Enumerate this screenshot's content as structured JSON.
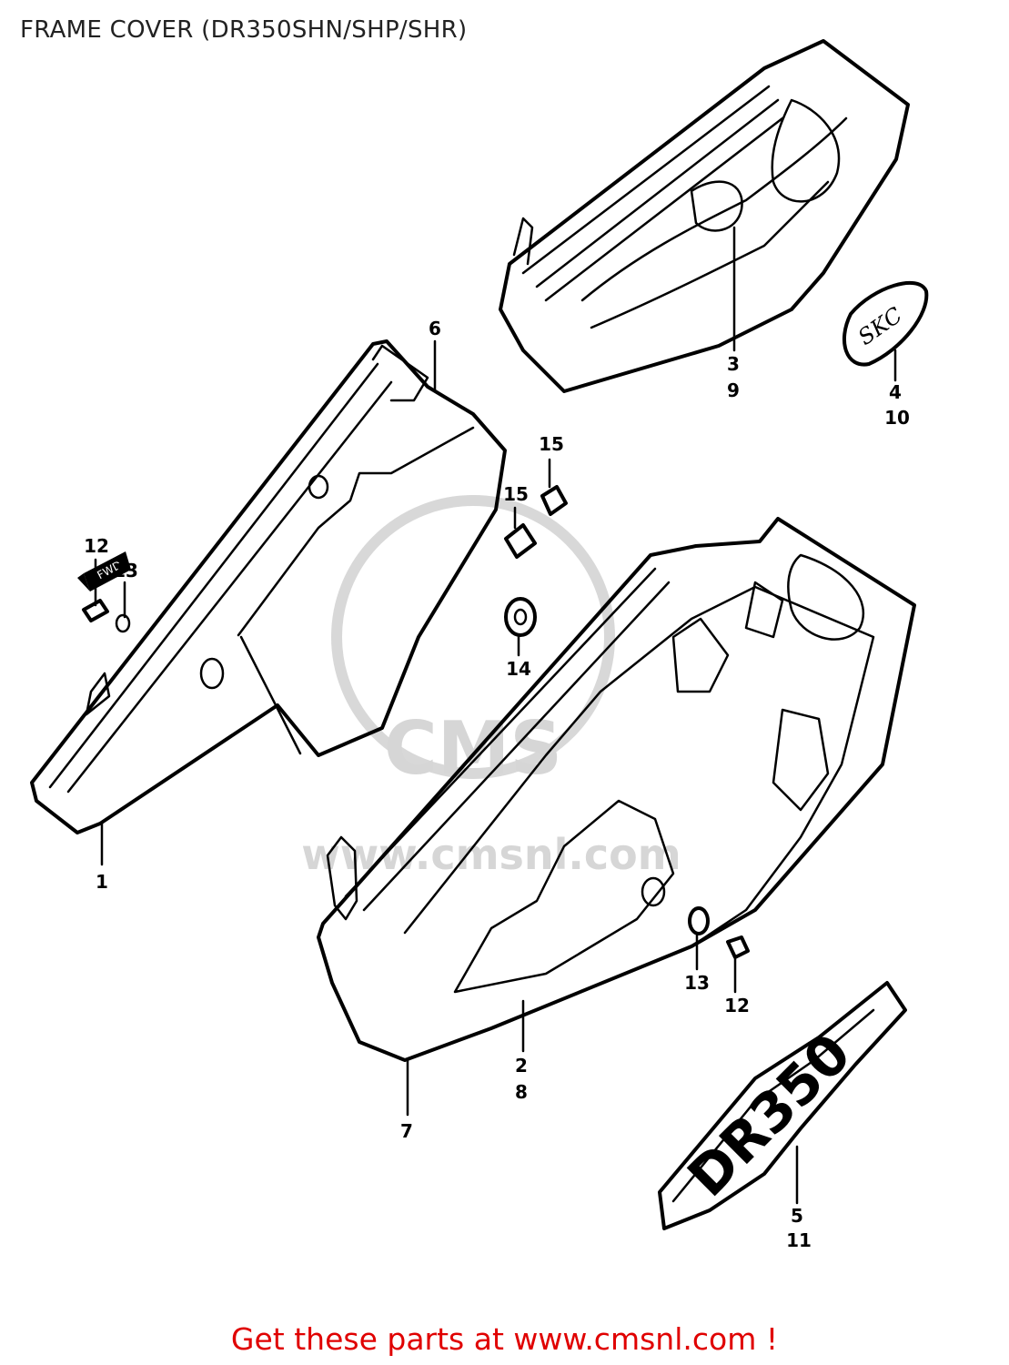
{
  "header": {
    "title": "FRAME COVER (DR350SHN/SHP/SHR)"
  },
  "footer": {
    "cta": "Get these parts at www.cmsnl.com !"
  },
  "watermark": {
    "brand": "CMS",
    "url": "www.cmsnl.com"
  },
  "callouts": {
    "c1": "1",
    "c2": "2",
    "c8": "8",
    "c3": "3",
    "c9": "9",
    "c4": "4",
    "c10": "10",
    "c5": "5",
    "c11": "11",
    "c6": "6",
    "c7": "7",
    "c12a": "12",
    "c13a": "13",
    "c12b": "12",
    "c13b": "13",
    "c14": "14",
    "c15a": "15",
    "c15b": "15"
  },
  "emblem": {
    "text": "SKC"
  },
  "decal": {
    "text": "DR350"
  },
  "arrow": {
    "text": "FWD"
  },
  "colors": {
    "cta": "#e00000",
    "line": "#000000",
    "watermark": "#d6d6d6"
  }
}
